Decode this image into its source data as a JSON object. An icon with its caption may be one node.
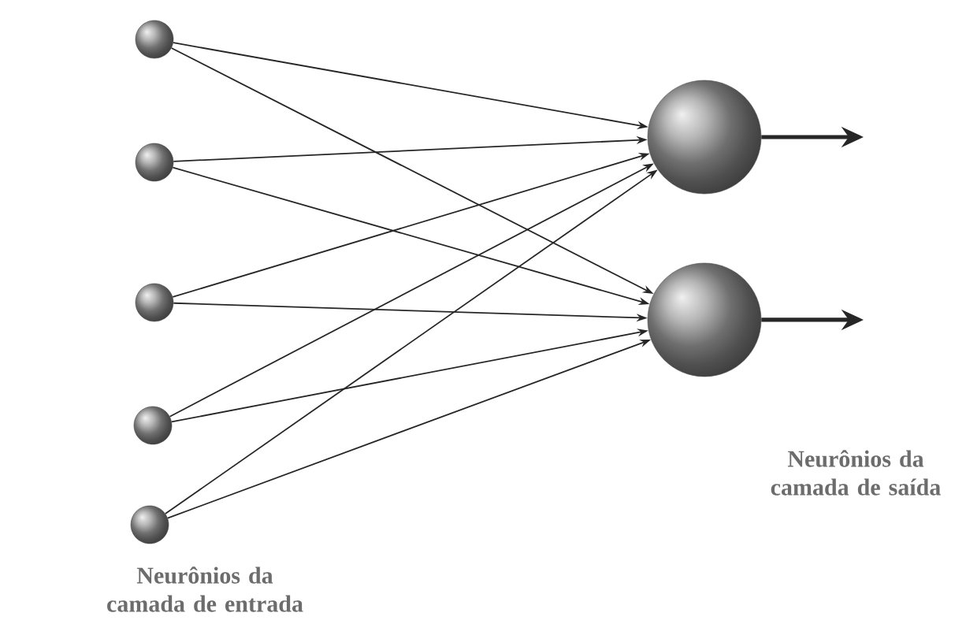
{
  "diagram": {
    "nodes": [
      {
        "text": [],
        "shape": "circle"
      },
      {
        "text": [],
        "shape": "circle"
      },
      {
        "text": [],
        "shape": "circle"
      },
      {
        "text": [],
        "shape": "circle"
      },
      {
        "text": [],
        "shape": "circle"
      },
      {
        "text": [],
        "shape": "circle"
      },
      {
        "text": [],
        "shape": "circle"
      }
    ],
    "edges": [
      {
        "from": 0,
        "to": 5,
        "arrow": "to"
      },
      {
        "from": 0,
        "to": 6,
        "arrow": "to"
      },
      {
        "from": 1,
        "to": 5,
        "arrow": "to"
      },
      {
        "from": 1,
        "to": 6,
        "arrow": "to"
      },
      {
        "from": 2,
        "to": 5,
        "arrow": "to"
      },
      {
        "from": 2,
        "to": 6,
        "arrow": "to"
      },
      {
        "from": 3,
        "to": 5,
        "arrow": "to"
      },
      {
        "from": 3,
        "to": 6,
        "arrow": "to"
      },
      {
        "from": 4,
        "to": 5,
        "arrow": "to"
      },
      {
        "from": 4,
        "to": 6,
        "arrow": "to"
      },
      {
        "from": 5,
        "to": null,
        "arrow": "to",
        "style": "thick"
      },
      {
        "from": 6,
        "to": null,
        "arrow": "to",
        "style": "thick"
      }
    ],
    "labels": [
      "Neurônios da camada de saída",
      "Neurônios da camada de entrada"
    ]
  }
}
